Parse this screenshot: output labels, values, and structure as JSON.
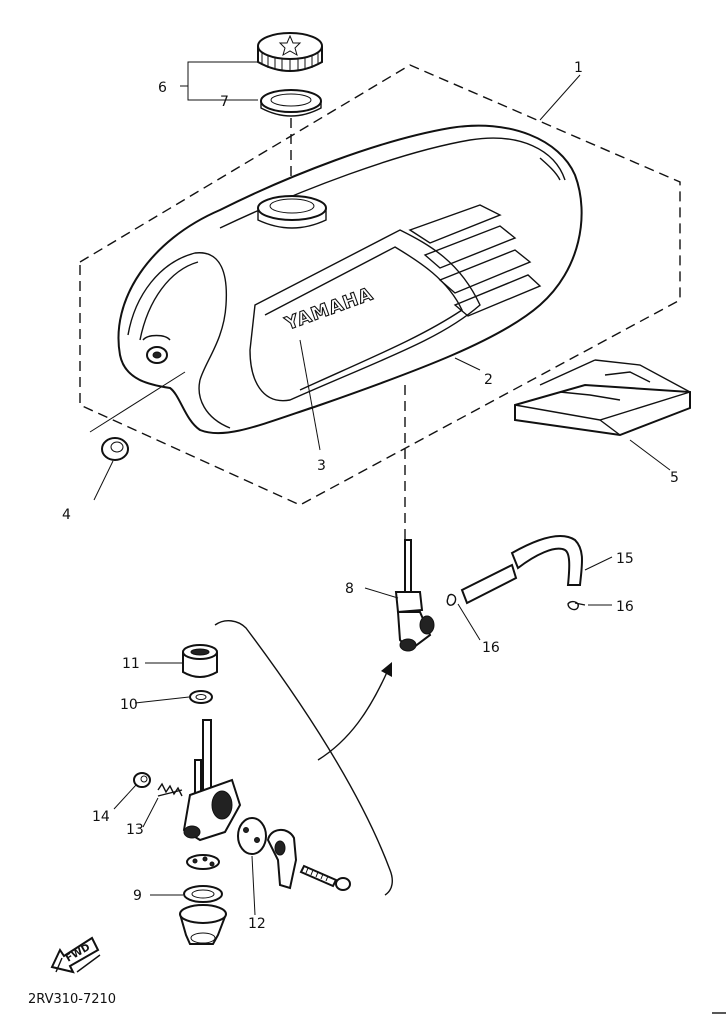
{
  "diagram": {
    "drawing_code": "2RV310-7210",
    "tank_brand": "YAMAHA",
    "forward_marker": "FWD",
    "callouts": {
      "c1": "1",
      "c2": "2",
      "c3": "3",
      "c4": "4",
      "c5": "5",
      "c6": "6",
      "c7": "7",
      "c8": "8",
      "c9": "9",
      "c10": "10",
      "c11": "11",
      "c12": "12",
      "c13": "13",
      "c14": "14",
      "c15": "15",
      "c16a": "16",
      "c16b": "16"
    }
  }
}
